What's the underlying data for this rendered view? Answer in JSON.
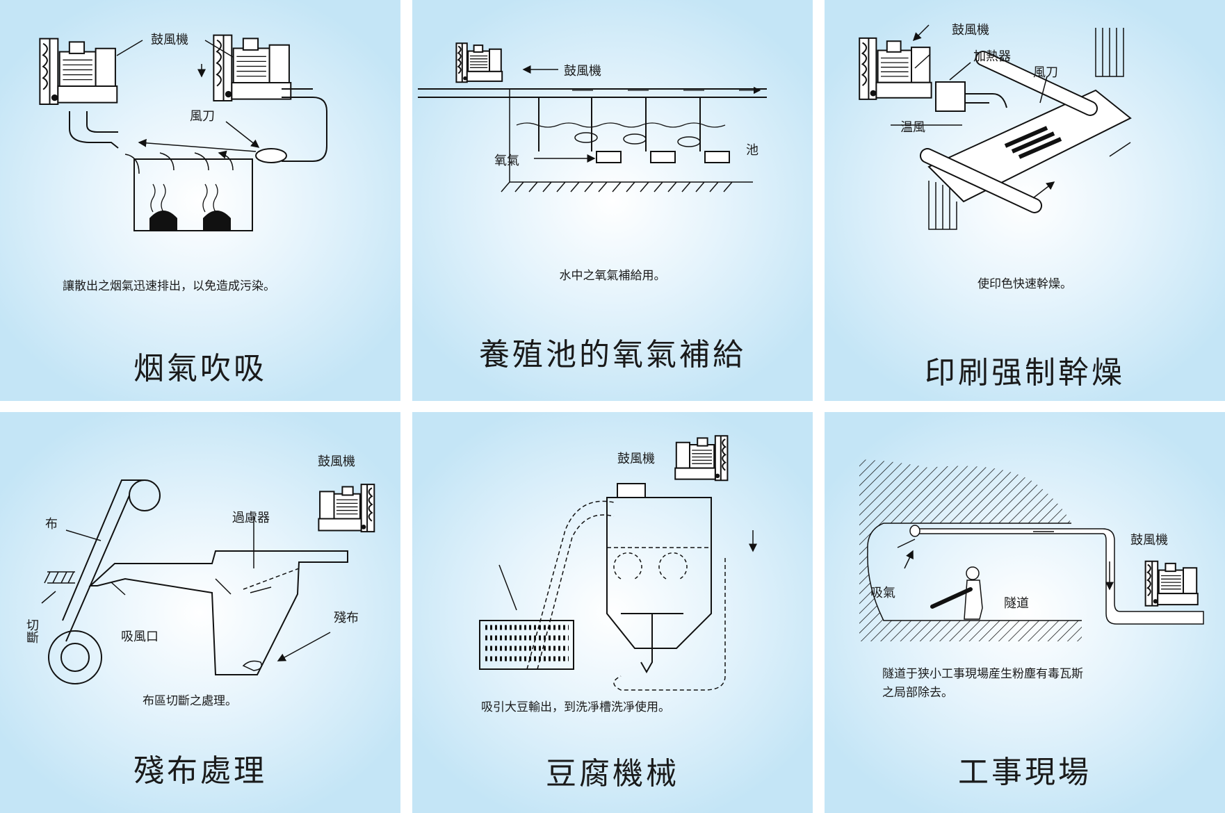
{
  "panels": [
    {
      "title": "烟氣吹吸",
      "caption": "讓散出之烟氣迅速排出，以免造成污染。",
      "labels": {
        "blower": "鼓風機",
        "air_knife": "風刀"
      }
    },
    {
      "title": "養殖池的氧氣補給",
      "caption": "水中之氧氣補給用。",
      "labels": {
        "blower": "鼓風機",
        "oxygen": "氧氣",
        "pond": "池"
      }
    },
    {
      "title": "印刷强制幹燥",
      "caption": "使印色快速幹燥。",
      "labels": {
        "blower": "鼓風機",
        "heater": "加熱器",
        "air_knife": "風刀",
        "warm_air": "温風"
      }
    },
    {
      "title": "殘布處理",
      "caption": "布區切斷之處理。",
      "labels": {
        "blower": "鼓風機",
        "filter": "過慮器",
        "cloth": "布",
        "cut": "切斷",
        "suction_port": "吸風口",
        "scrap": "殘布"
      }
    },
    {
      "title": "豆腐機械",
      "caption": "吸引大豆輸出，到洗凈槽洗凈使用。",
      "labels": {
        "blower": "鼓風機"
      }
    },
    {
      "title": "工事現場",
      "caption_lines": [
        "隧道于狭小工事現場産生粉塵有毒瓦斯",
        "之局部除去。"
      ],
      "labels": {
        "blower": "鼓風機",
        "intake": "吸氣",
        "tunnel": "隧道"
      }
    }
  ],
  "colors": {
    "panel_edge": "#c4e5f6",
    "panel_center": "#ffffff",
    "ink": "#1a1a1a"
  }
}
